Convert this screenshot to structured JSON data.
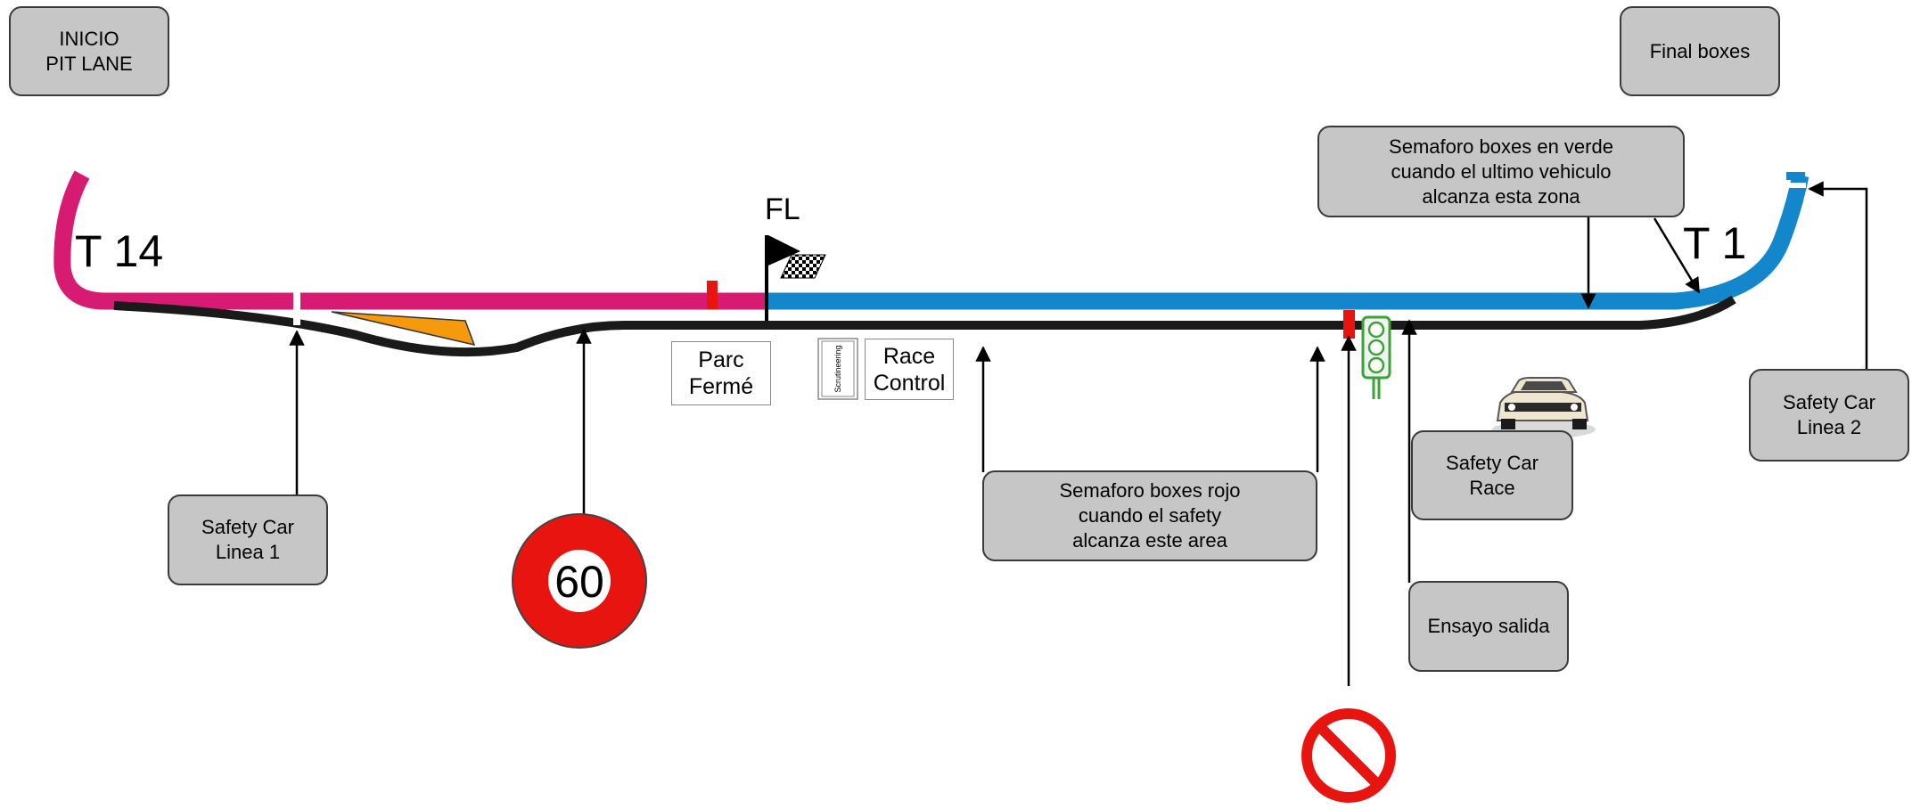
{
  "boxes": {
    "inicio_pit_lane": "INICIO\nPIT LANE",
    "final_boxes": "Final boxes",
    "semaforo_verde": "Semaforo  boxes  en verde\ncuando el ultimo vehiculo\nalcanza esta  zona",
    "safety_car_linea_1": "Safety Car\nLinea 1",
    "safety_car_linea_2": "Safety Car\nLinea 2",
    "semaforo_rojo": "Semaforo boxes  rojo\ncuando el safety\nalcanza este area",
    "safety_car_race": "Safety Car\nRace",
    "ensayo_salida": "Ensayo salida"
  },
  "labels": {
    "t14": "T 14",
    "t1": "T 1",
    "fl": "FL",
    "parc_ferme": "Parc\nFermé",
    "race_control": "Race\nControl",
    "scrutineering": "Scrutineering",
    "speed_limit": "60"
  },
  "colors": {
    "track_pink": "#d81b72",
    "track_blue": "#1487cc",
    "pit_lane": "#1a1a1a",
    "marker_red": "#e8140f",
    "speed_sign_red": "#e8140f",
    "wedge_orange": "#f59a0c",
    "box_fill": "#c6c6c6",
    "box_border": "#3a3a3a",
    "traffic_light_green": "#3aa535"
  },
  "icons": [
    "checkered-flag-icon",
    "traffic-light-icon",
    "speed-limit-sign-icon",
    "no-entry-sign-icon",
    "safety-car-icon",
    "arrow-icon"
  ]
}
